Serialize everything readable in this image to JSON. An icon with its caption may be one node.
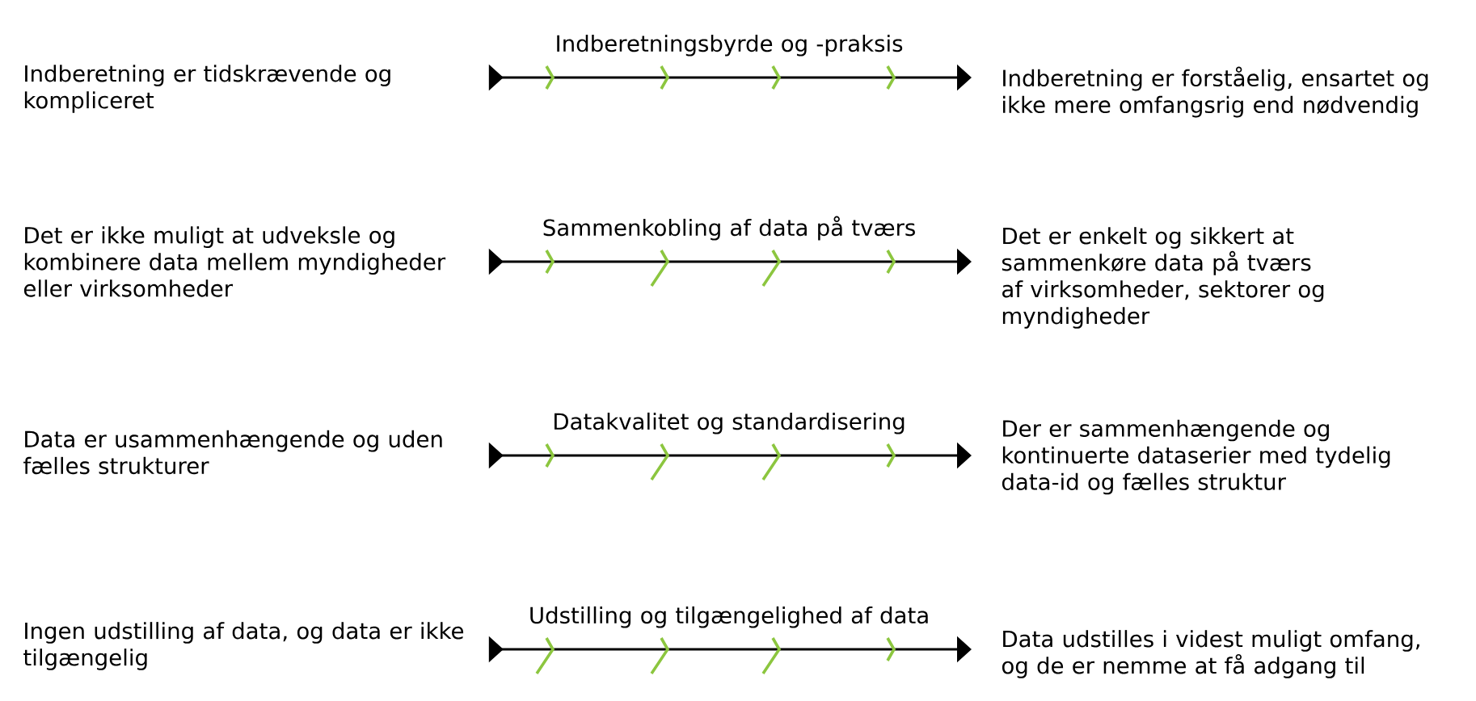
{
  "diagram": {
    "nodes": [
      {
        "text": [
          "Indberetning er tidskrævende og kompliceret"
        ]
      },
      {
        "text": [
          "Indberetning er forståelig, ensartet og ikke mere omfangsrig end nødvendig"
        ]
      },
      {
        "text": [
          "Det er ikke muligt at udveksle og kombinere data mellem myndigheder eller virksomheder"
        ]
      },
      {
        "text": [
          "Det er enkelt og sikkert at sammenkøre data på tværs af virksomheder, sektorer og myndigheder"
        ]
      },
      {
        "text": [
          "Data er usammenhængende og uden fælles strukturer"
        ]
      },
      {
        "text": [
          "Der er sammenhængende og kontinuerte dataserier med tydelig data-id og fælles struktur"
        ]
      },
      {
        "text": [
          "Ingen udstilling af data, og data er ikke tilgængelig"
        ]
      },
      {
        "text": [
          "Data udstilles i videst muligt omfang, og de er nemme at få adgang til"
        ]
      }
    ],
    "edges": [
      {
        "from": 0,
        "to": 1,
        "arrow": "to",
        "label": "Indberetningsbyrde og -praksis"
      },
      {
        "from": 2,
        "to": 3,
        "arrow": "to",
        "label": "Sammenkobling af data på tværs"
      },
      {
        "from": 4,
        "to": 5,
        "arrow": "to",
        "label": "Datakvalitet og standardisering"
      },
      {
        "from": 6,
        "to": 7,
        "arrow": "to",
        "label": "Udstilling og tilgængelighed af data"
      }
    ]
  }
}
